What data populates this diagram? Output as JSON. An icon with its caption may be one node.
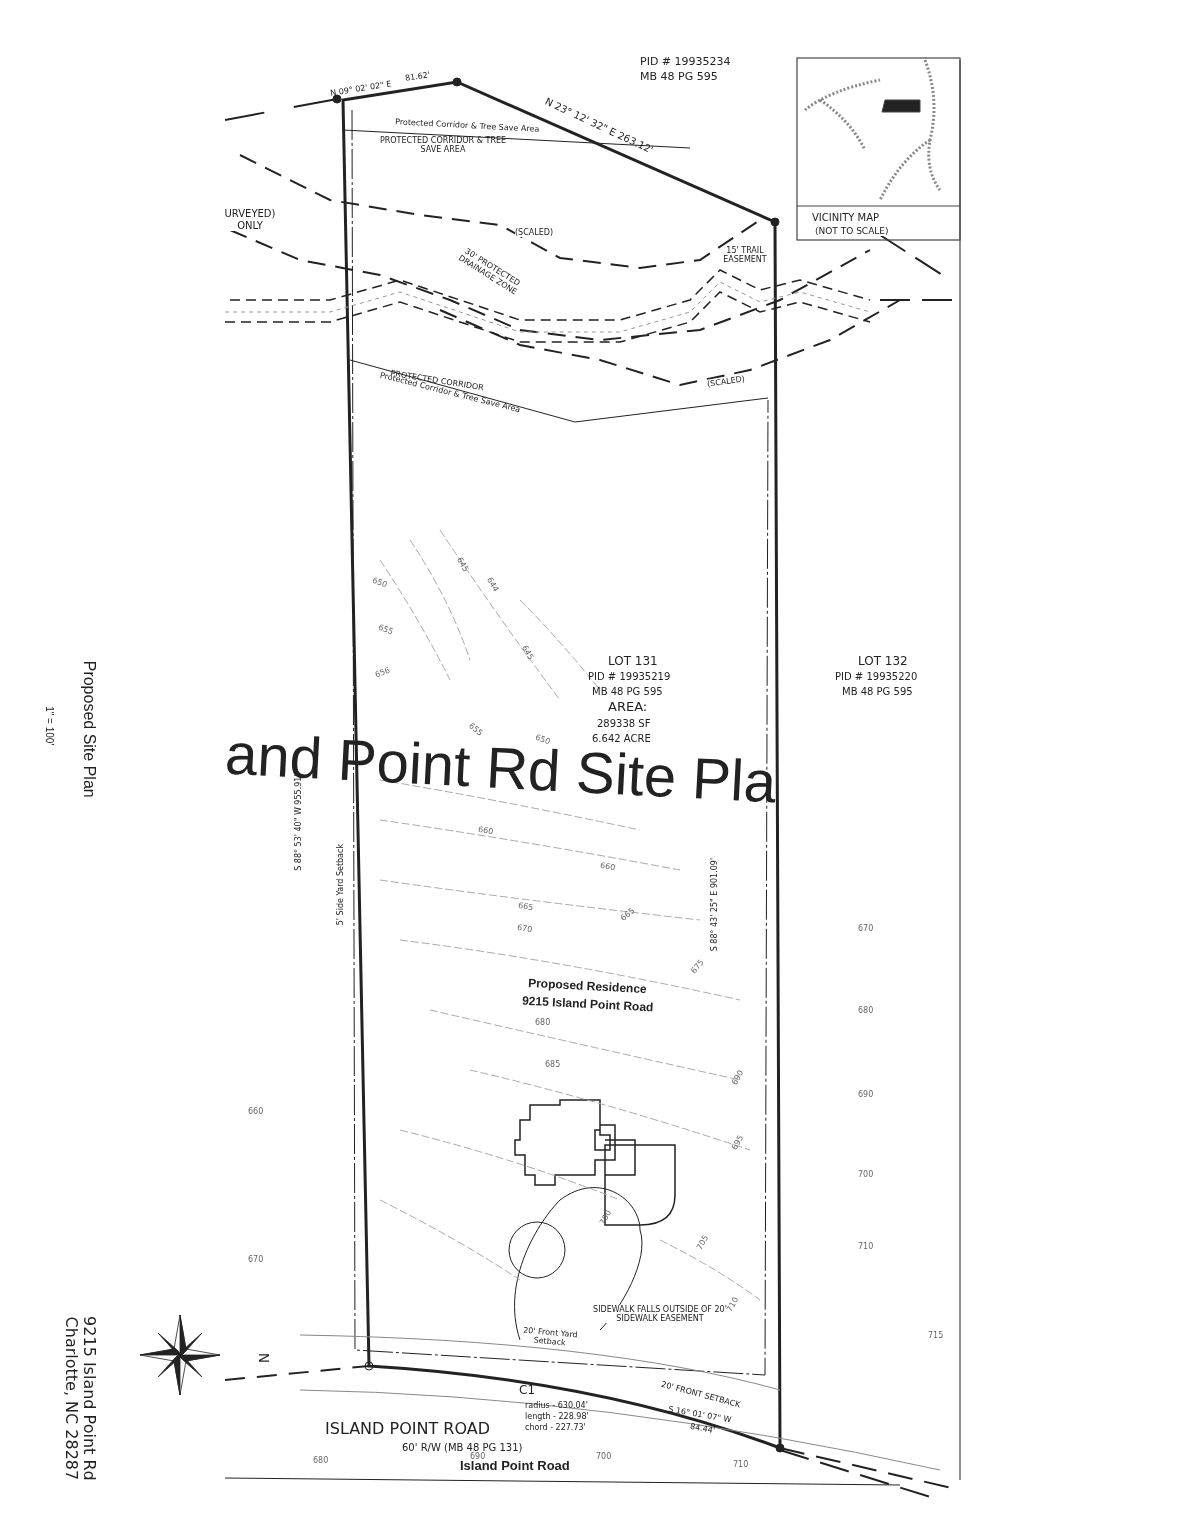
{
  "diagram": {
    "labels": [
      "PID # 19935234",
      "MB 48 PG 595",
      "N 09° 02' 02\" E",
      "81.62'",
      "N 23° 12' 32\" E 263.12'",
      "Protected Corridor & Tree Save Area",
      "PROTECTED CORRIDOR & TREE SAVE AREA",
      "URVEYED) ONLY",
      "(SCALED)",
      "30' PROTECTED DRAINAGE ZONE",
      "15' TRAIL EASEMENT",
      "PROTECTED CORRIDOR",
      "Protected Corridor & Tree Save Area",
      "(SCALED)",
      "VICINITY MAP",
      "(NOT TO SCALE)",
      "LOT 131",
      "PID # 19935219",
      "MB 48 PG 595",
      "AREA:",
      "289338 SF",
      "6.642 ACRE",
      "LOT 132",
      "PID # 19935220",
      "MB 48 PG 595",
      "and Point Rd Site Pla",
      "S 88° 53' 40\" W 955.91'",
      "5' Side Yard Setback",
      "S 88° 43' 25\" E 901.09'",
      "Proposed Residence",
      "9215 Island Point Road",
      "SIDEWALK FALLS OUTSIDE OF 20' SIDEWALK EASEMENT",
      "20' Front Yard Setback",
      "C1",
      "radius - 630.04'",
      "length - 228.98'",
      "chord - 227.73'",
      "20' FRONT SETBACK",
      "S 16° 01' 07\" W",
      "84.44'",
      "ISLAND POINT ROAD",
      "60' R/W (MB 48 PG 131)",
      "Island Point Road",
      "N",
      "Proposed Site Plan",
      "1\" = 100'",
      "9215 Island Point Rd Charlotte, NC 28287",
      "645",
      "644",
      "650",
      "655",
      "656",
      "645",
      "655",
      "650",
      "660",
      "660",
      "665",
      "665",
      "670",
      "675",
      "680",
      "685",
      "690",
      "695",
      "700",
      "705",
      "710",
      "715",
      "670",
      "680",
      "690",
      "700",
      "710",
      "660",
      "670",
      "680",
      "690",
      "700",
      "710"
    ]
  }
}
